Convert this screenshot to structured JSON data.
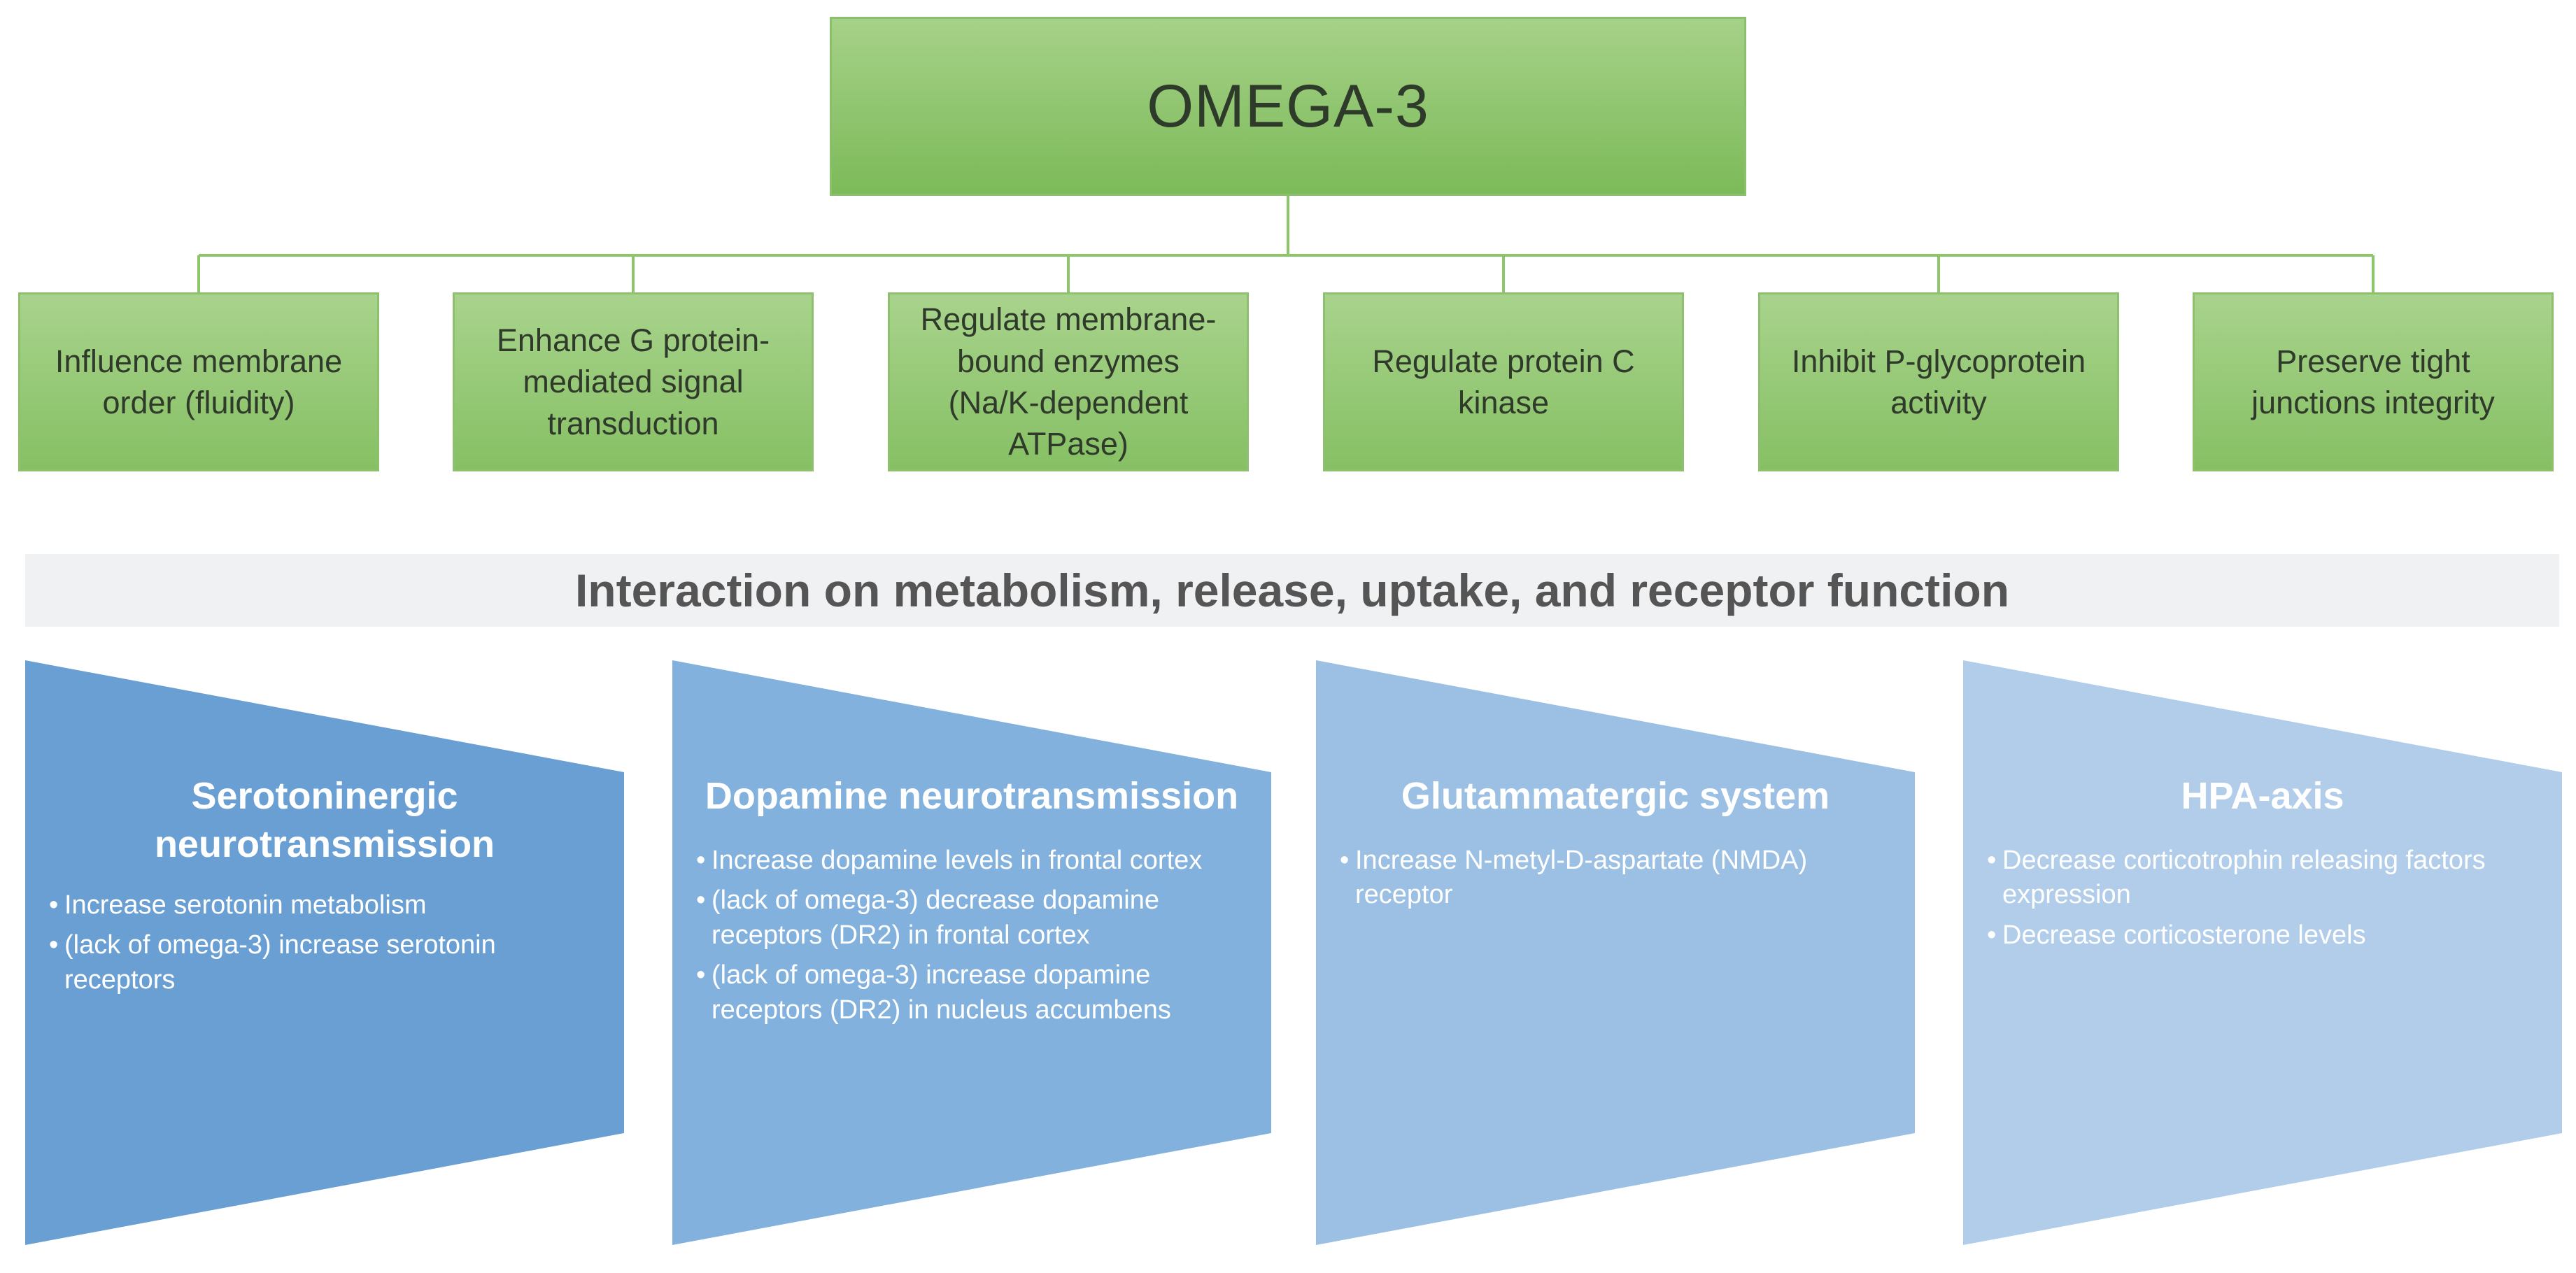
{
  "root": {
    "label": "OMEGA-3",
    "color": "#8cc56a"
  },
  "mechanisms": [
    {
      "text": "Influence membrane order (fluidity)"
    },
    {
      "text": "Enhance G protein-mediated signal transduction"
    },
    {
      "text": "Regulate membrane-bound enzymes (Na/K-dependent ATPase)"
    },
    {
      "text": "Regulate protein C kinase"
    },
    {
      "text": "Inhibit P-glycoprotein activity"
    },
    {
      "text": "Preserve tight junctions integrity"
    }
  ],
  "banner": {
    "title": "Interaction on metabolism, release, uptake, and receptor function"
  },
  "panels": [
    {
      "title": "Serotoninergic neurotransmission",
      "color": "#6a9fd4",
      "items": [
        "Increase serotonin metabolism",
        "(lack of omega-3) increase serotonin receptors"
      ]
    },
    {
      "title": "Dopamine neurotransmission",
      "color": "#82b1de",
      "items": [
        "Increase dopamine levels in frontal cortex",
        "(lack of omega-3) decrease dopamine receptors (DR2) in frontal cortex",
        "(lack of omega-3) increase dopamine receptors (DR2) in nucleus accumbens"
      ]
    },
    {
      "title": "Glutammatergic system",
      "color": "#9cc0e4",
      "items": [
        "Increase N-metyl-D-aspartate (NMDA) receptor"
      ]
    },
    {
      "title": "HPA-axis",
      "color": "#b1cdea",
      "items": [
        "Decrease corticotrophin releasing factors expression",
        "Decrease corticosterone levels"
      ]
    }
  ],
  "colors": {
    "connector": "#8cc56a",
    "banner_text": "#555555",
    "banner_background": "#f0f1f3"
  }
}
